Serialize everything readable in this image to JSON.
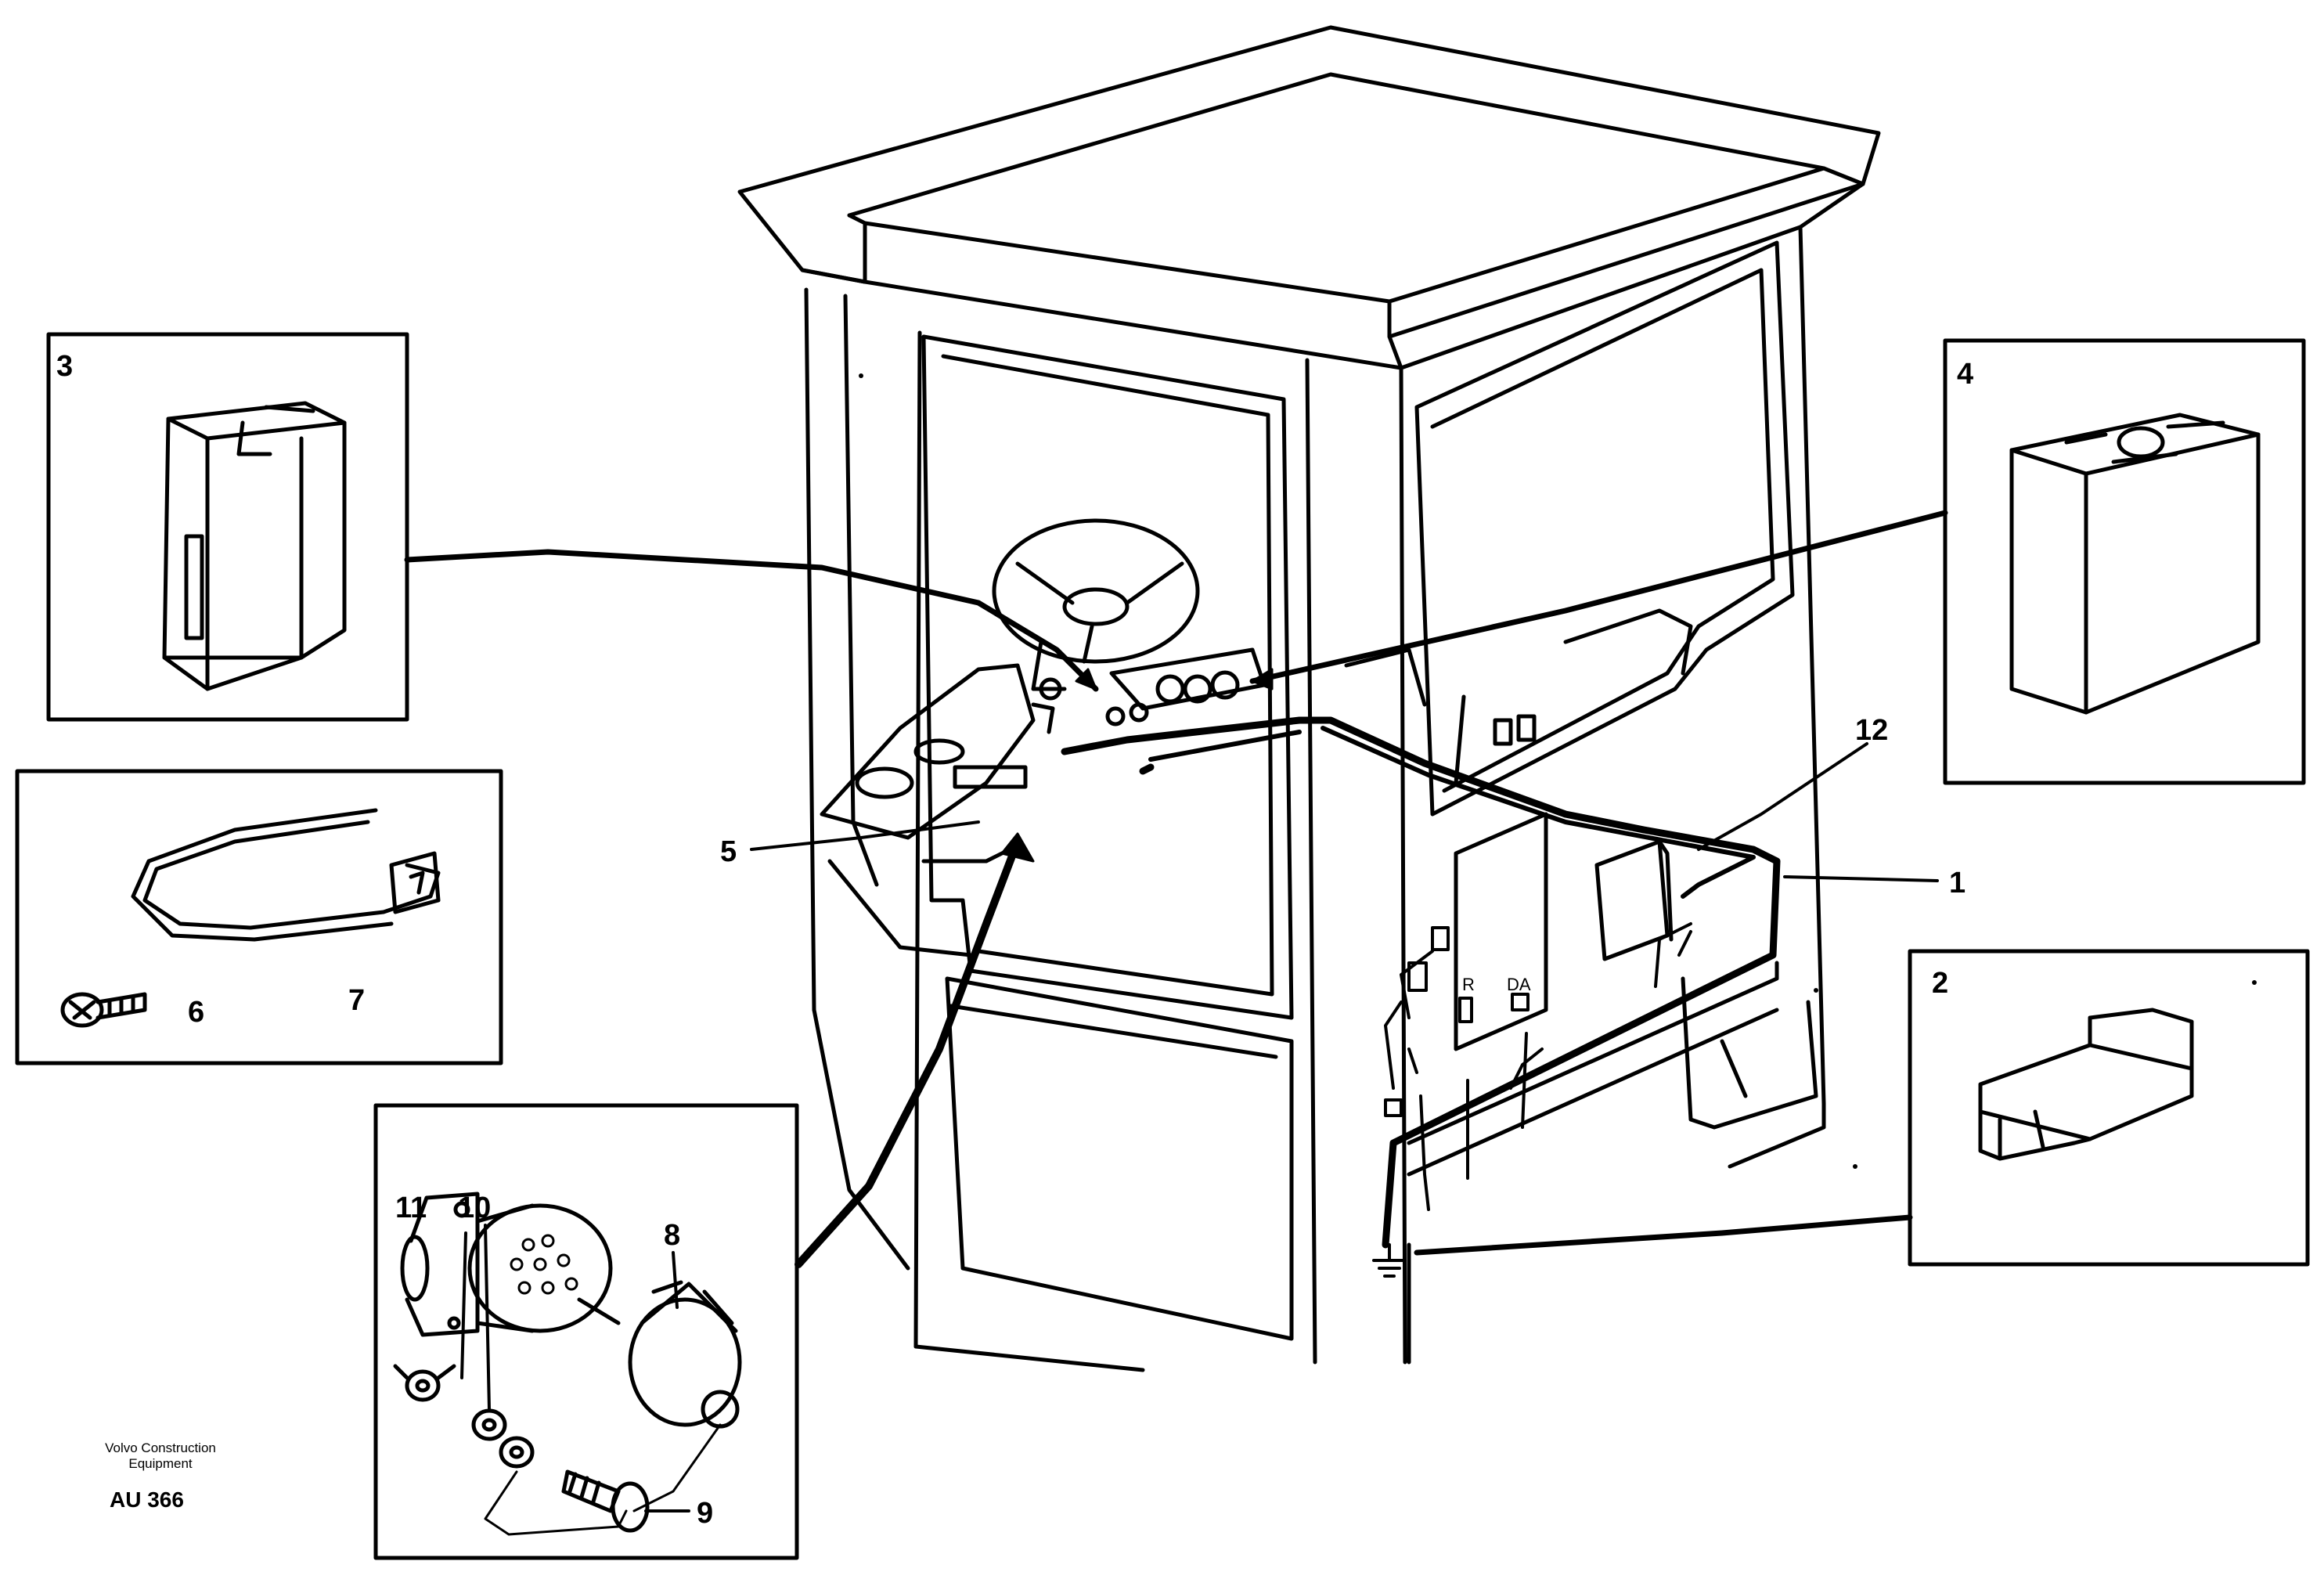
{
  "figure": {
    "callouts": {
      "c1": "1",
      "c2": "2",
      "c3": "3",
      "c4": "4",
      "c5": "5",
      "c6": "6",
      "c7": "7",
      "c8": "8",
      "c9": "9",
      "c10": "10",
      "c11": "11",
      "c12": "12"
    },
    "panel_marks": {
      "r": "R",
      "da": "DA"
    },
    "credit": {
      "line1": "Volvo Construction",
      "line2": "Equipment",
      "code": "AU 366"
    }
  }
}
